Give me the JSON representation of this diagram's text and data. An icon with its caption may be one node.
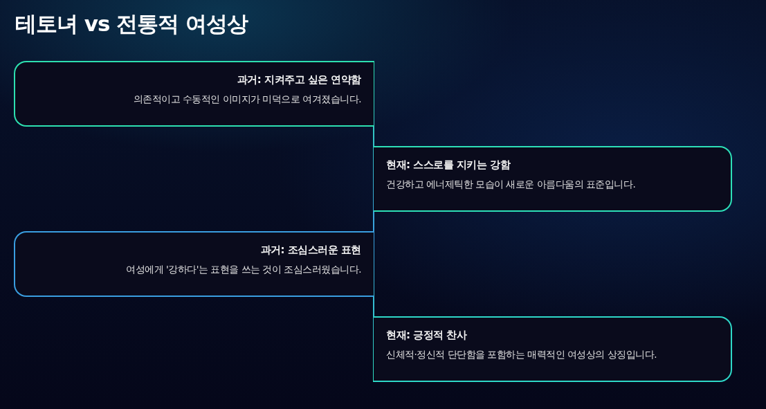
{
  "diagram": {
    "title": "테토녀 vs 전통적 여성상",
    "nodes": [
      {
        "text": [
          "과거: 지켜주고 싶은 연약함",
          "의존적이고 수동적인 이미지가 미덕으로 여겨졌습니다."
        ]
      },
      {
        "text": [
          "현재: 스스로를 지키는 강함",
          "건강하고 에너제틱한 모습이 새로운 아름다움의 표준입니다."
        ]
      },
      {
        "text": [
          "과거: 조심스러운 표현",
          "여성에게 '강하다'는 표현을 쓰는 것이 조심스러웠습니다."
        ]
      },
      {
        "text": [
          "현재: 긍정적 찬사",
          "신체적·정신적 단단함을 포함하는 매력적인 여성상의 상징입니다."
        ]
      }
    ],
    "edges": []
  }
}
